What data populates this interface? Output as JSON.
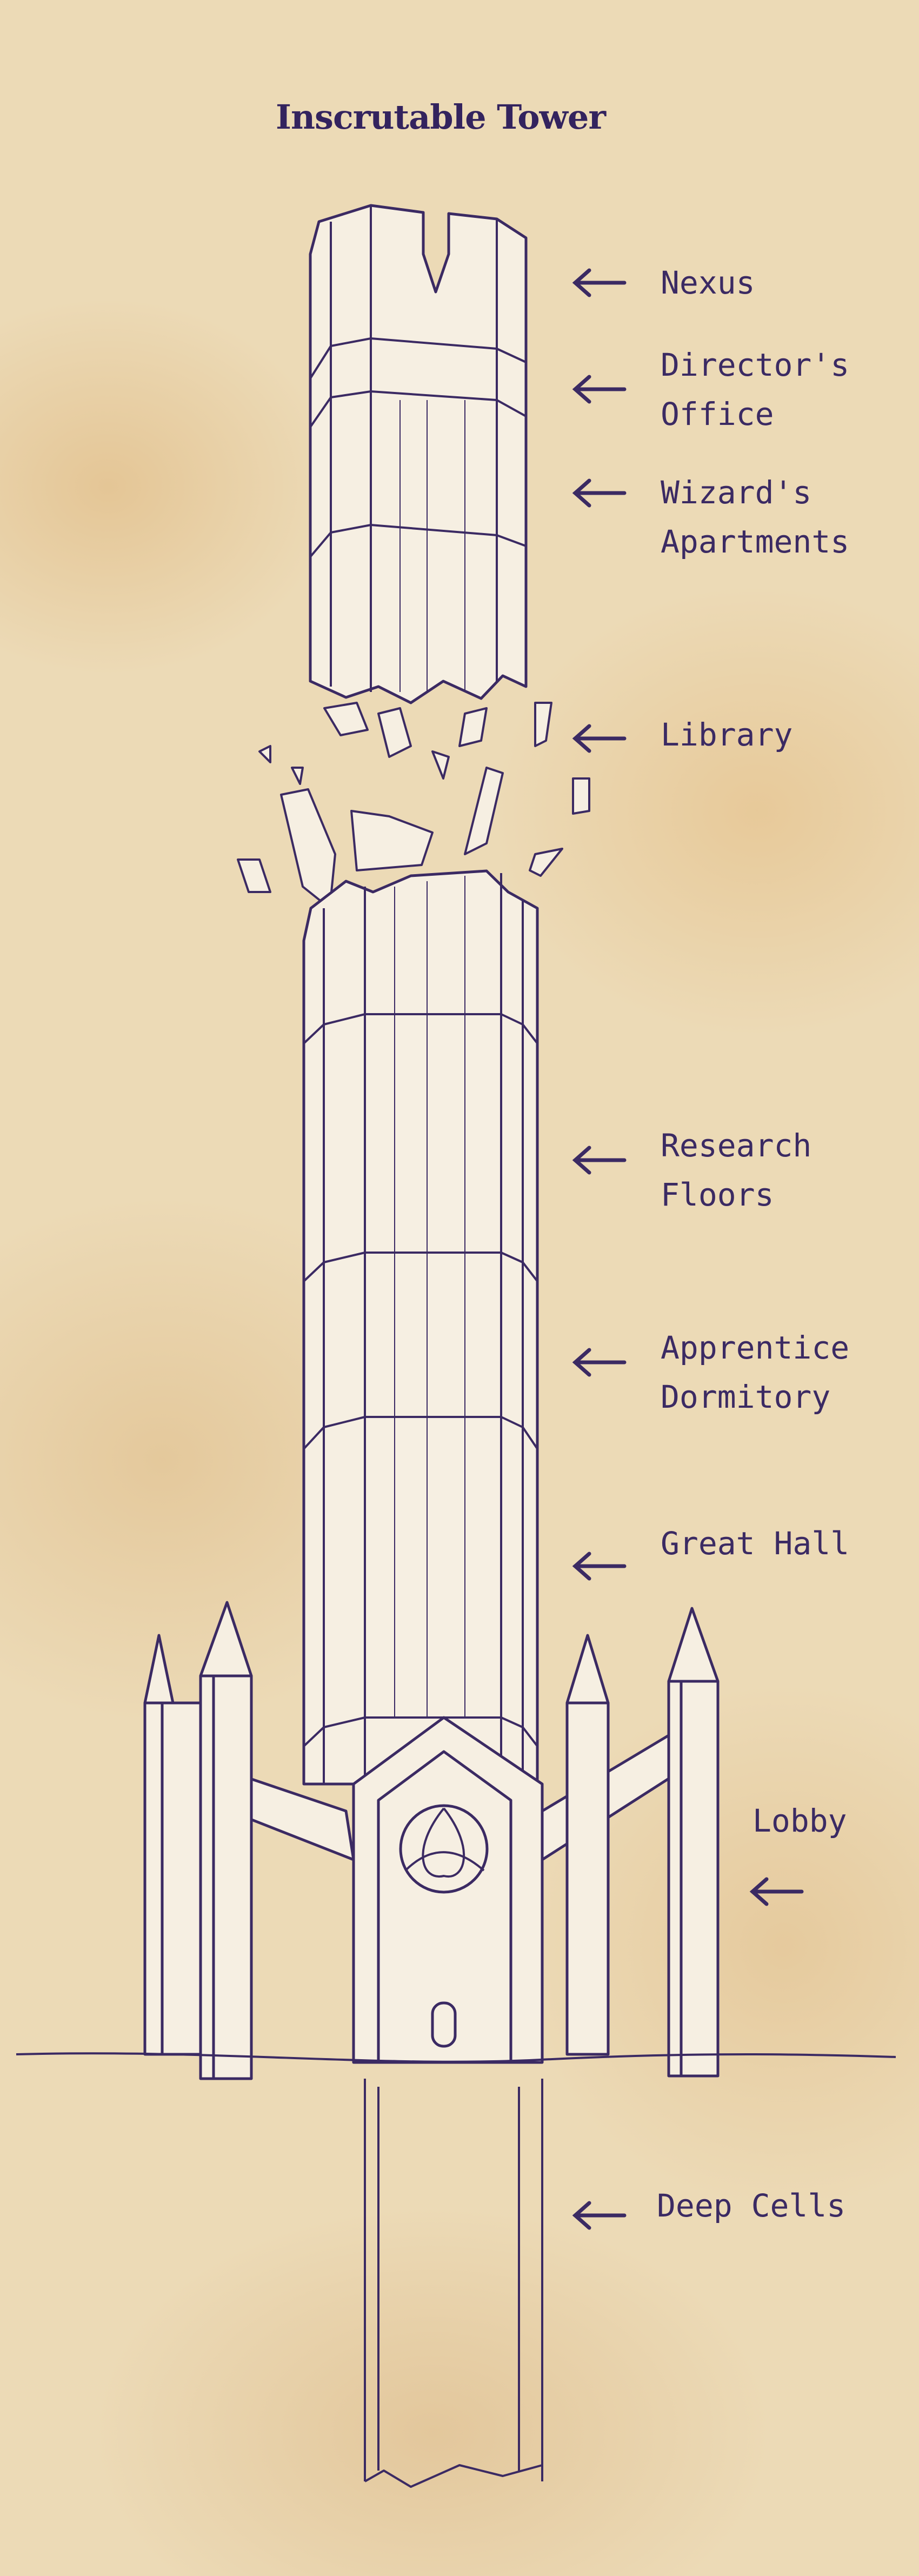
{
  "title": "Inscrutable Tower",
  "labels": {
    "nexus": "Nexus",
    "directors_office": [
      "Director's",
      "Office"
    ],
    "wizards_apartments": [
      "Wizard's",
      "Apartments"
    ],
    "library": "Library",
    "research_floors": [
      "Research",
      "Floors"
    ],
    "apprentice_dormitory": [
      "Apprentice",
      "Dormitory"
    ],
    "great_hall": "Great Hall",
    "lobby": "Lobby",
    "deep_cells": "Deep Cells"
  },
  "colors": {
    "ink": "#3b2a63",
    "parchment": "#ecdab6",
    "stone": "#f5ede0"
  }
}
